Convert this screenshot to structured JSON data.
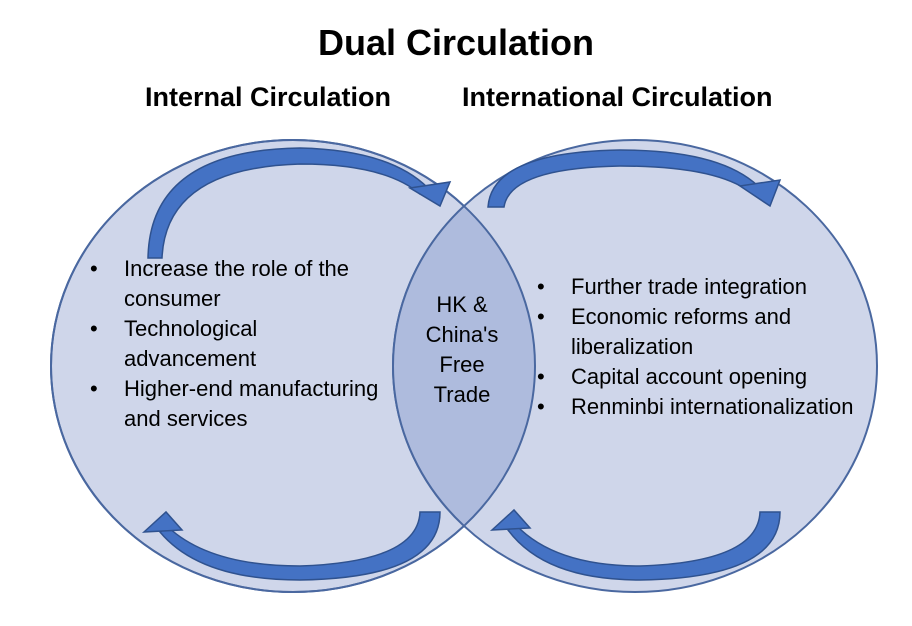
{
  "title": "Dual Circulation",
  "internal": {
    "heading": "Internal Circulation",
    "items": [
      "Increase the role of the consumer",
      "Technological advancement",
      "Higher-end manufacturing and services"
    ]
  },
  "international": {
    "heading": "International Circulation",
    "items": [
      "Further trade integration",
      "Economic reforms and liberalization",
      "Capital account opening",
      "Renminbi internationalization"
    ]
  },
  "overlap": {
    "line1": "HK &",
    "line2": "China's",
    "line3": "Free",
    "line4": "Trade"
  },
  "colors": {
    "circle_fill": "#cfd6ea",
    "overlap_fill": "#aebbdd",
    "stroke": "#4a68a0",
    "arrow": "#4472c4"
  }
}
